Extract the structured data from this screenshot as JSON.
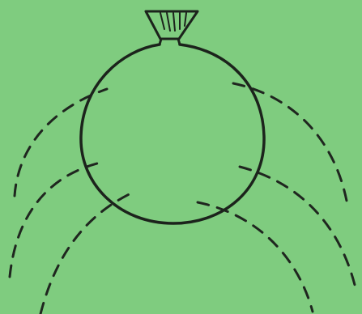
{
  "figure": {
    "background_color": "#7fcc7f",
    "ink_color": "#1c231c",
    "components": [
      "round-flask",
      "flask-neck",
      "funnel-mouth",
      "dashed-arc-inner",
      "dashed-arc-outer"
    ],
    "arc_style": "dashed"
  }
}
